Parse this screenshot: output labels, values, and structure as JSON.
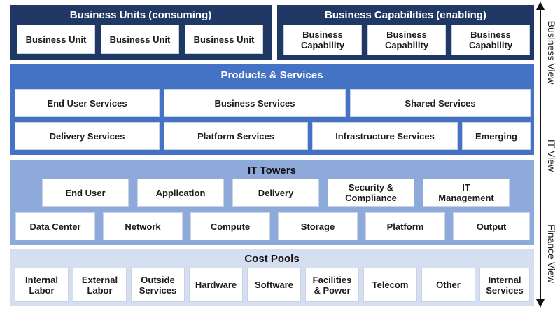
{
  "business_units": {
    "title": "Business Units (consuming)",
    "items": [
      "Business Unit",
      "Business Unit",
      "Business Unit"
    ]
  },
  "business_capabilities": {
    "title": "Business Capabilities (enabling)",
    "items": [
      "Business\nCapability",
      "Business\nCapability",
      "Business\nCapability"
    ]
  },
  "products_services": {
    "title": "Products & Services",
    "row1": [
      "End User Services",
      "Business Services",
      "Shared Services"
    ],
    "row2": [
      "Delivery Services",
      "Platform Services",
      "Infrastructure Services",
      "Emerging"
    ]
  },
  "it_towers": {
    "title": "IT Towers",
    "row1": [
      "End User",
      "Application",
      "Delivery",
      "Security &\nCompliance",
      "IT\nManagement"
    ],
    "row2": [
      "Data Center",
      "Network",
      "Compute",
      "Storage",
      "Platform",
      "Output"
    ]
  },
  "cost_pools": {
    "title": "Cost Pools",
    "items": [
      "Internal\nLabor",
      "External\nLabor",
      "Outside\nServices",
      "Hardware",
      "Software",
      "Facilities\n& Power",
      "Telecom",
      "Other",
      "Internal\nServices"
    ]
  },
  "side_labels": {
    "business_view": "Business View",
    "it_view": "IT View",
    "finance_view": "Finance View"
  },
  "colors": {
    "dark_navy": "#1f3864",
    "blue": "#4472c4",
    "light_blue": "#8eaadb",
    "pale_blue": "#d6dff0"
  }
}
